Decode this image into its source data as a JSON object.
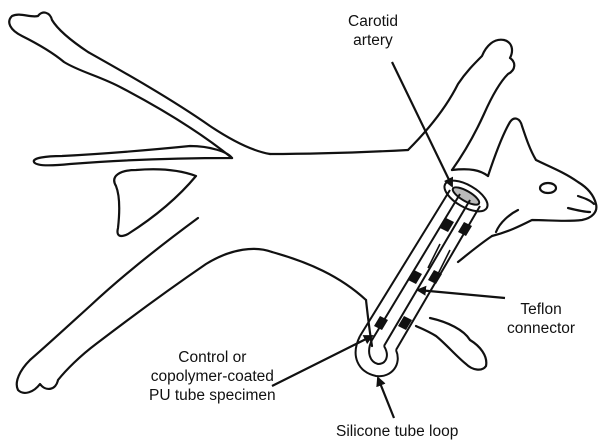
{
  "labels": {
    "carotid": {
      "line1": "Carotid",
      "line2": "artery"
    },
    "teflon": {
      "line1": "Teflon",
      "line2": "connector"
    },
    "specimen": {
      "line1": "Control or",
      "line2": "copolymer-coated",
      "line3": "PU tube specimen"
    },
    "silicone": {
      "line1": "Silicone tube loop"
    }
  },
  "colors": {
    "ink": "#111111",
    "background": "#ffffff"
  }
}
